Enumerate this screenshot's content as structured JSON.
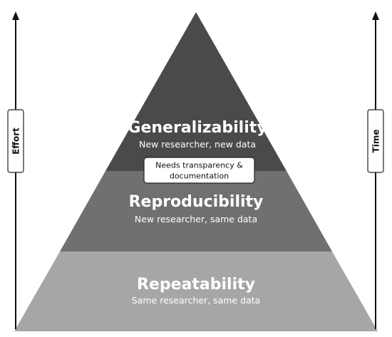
{
  "pyramid": {
    "tiers": [
      {
        "title": "Generalizability",
        "subtitle": "New researcher, new data",
        "color": "#4a4a4a"
      },
      {
        "title": "Reproducibility",
        "subtitle": "New researcher, same data",
        "color": "#707070"
      },
      {
        "title": "Repeatability",
        "subtitle": "Same researcher, same data",
        "color": "#a6a6a6"
      }
    ],
    "callout": {
      "line1": "Needs transparency &",
      "line2": "documentation"
    }
  },
  "axes": {
    "left_label": "Effort",
    "right_label": "Time"
  }
}
